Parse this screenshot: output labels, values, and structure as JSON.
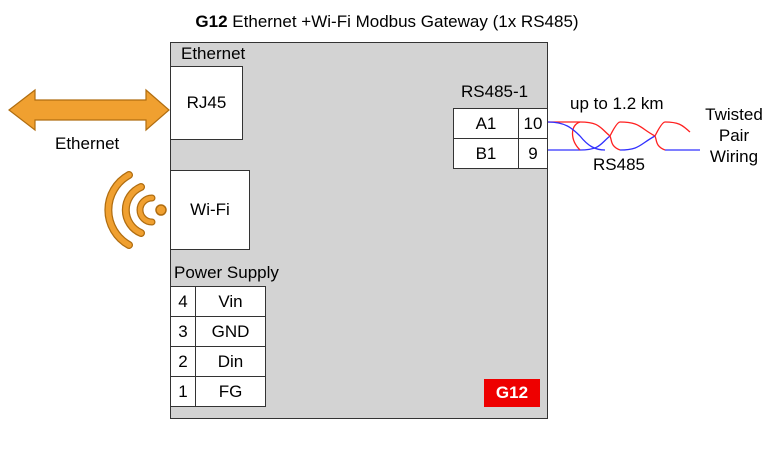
{
  "title": {
    "model": "G12",
    "description": "Ethernet +Wi-Fi Modbus Gateway (1x RS485)"
  },
  "device": {
    "ethernet_label": "Ethernet",
    "rj45_label": "RJ45",
    "wifi_label": "Wi-Fi",
    "power_supply_label": "Power Supply",
    "power_terminals": [
      {
        "pin": "4",
        "name": "Vin"
      },
      {
        "pin": "3",
        "name": "GND"
      },
      {
        "pin": "2",
        "name": "Din"
      },
      {
        "pin": "1",
        "name": "FG"
      }
    ],
    "rs485_label": "RS485-1",
    "rs485_terminals": [
      {
        "name": "A1",
        "pin": "10"
      },
      {
        "name": "B1",
        "pin": "9"
      }
    ],
    "badge": "G12"
  },
  "external": {
    "ethernet_label": "Ethernet",
    "distance_label": "up to 1.2 km",
    "rs485_label": "RS485",
    "twisted_pair_line1": "Twisted",
    "twisted_pair_line2": "Pair",
    "twisted_pair_line3": "Wiring"
  },
  "colors": {
    "arrow": "#f0a030",
    "arrow_stroke": "#b06d10",
    "wire_red": "#ff2020",
    "wire_blue": "#3030ff",
    "badge": "#ee0000",
    "device_body": "#d3d3d3"
  }
}
